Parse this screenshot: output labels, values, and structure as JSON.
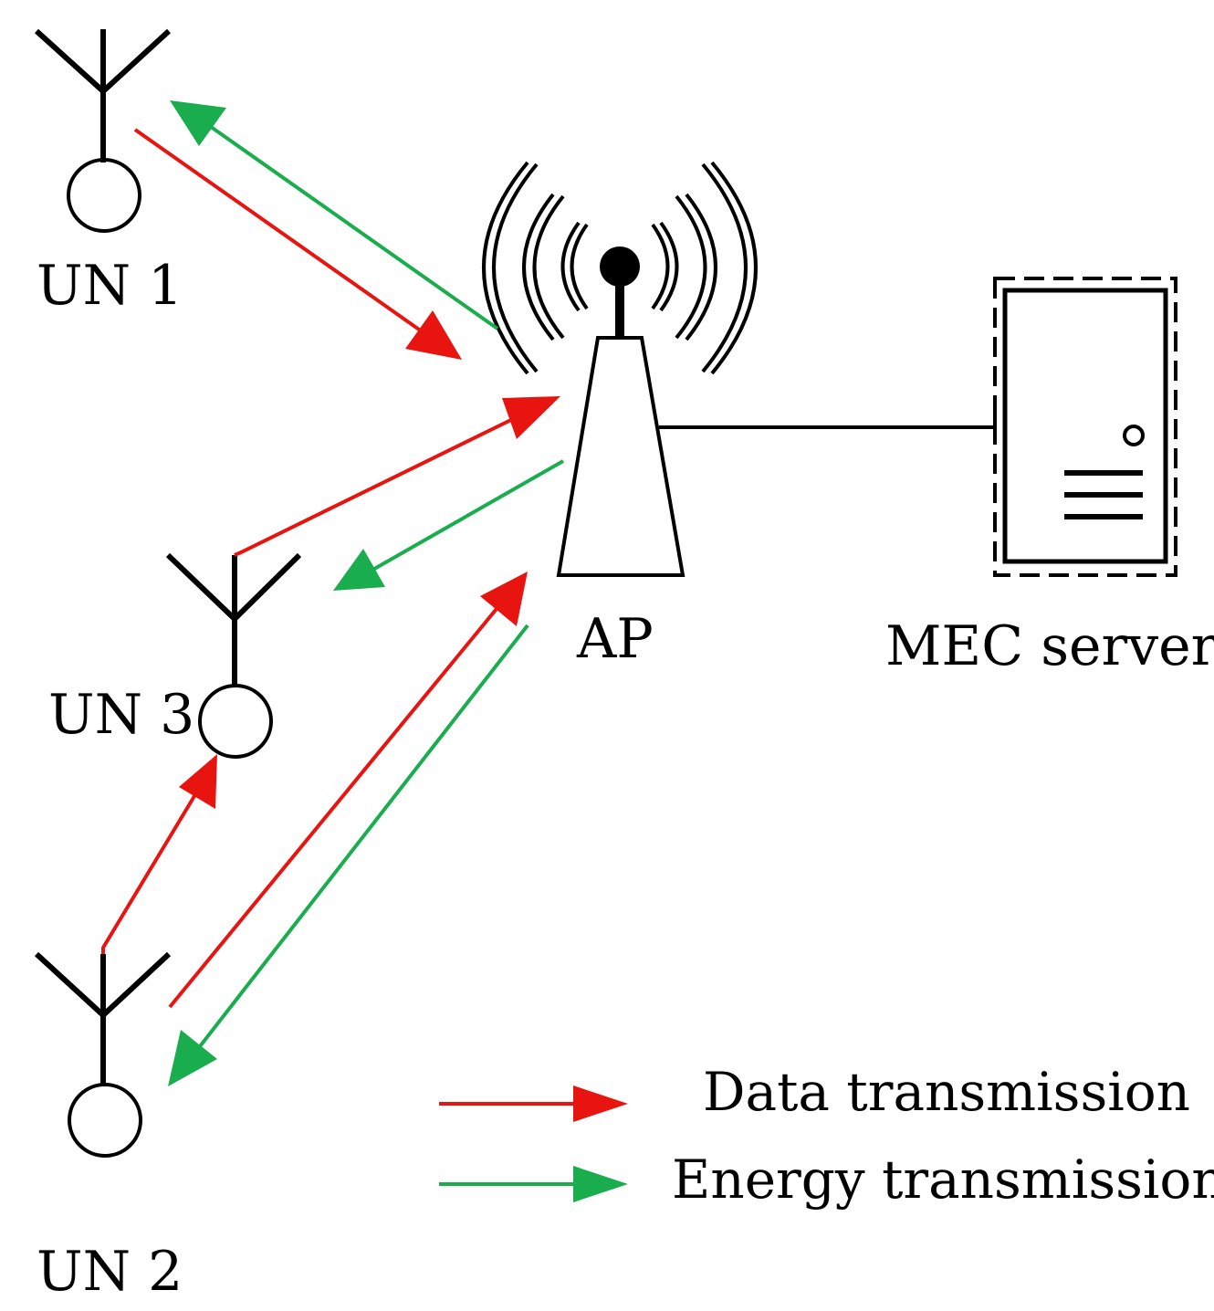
{
  "nodes": {
    "un1": {
      "label": "UN 1"
    },
    "un2": {
      "label": "UN 2"
    },
    "un3": {
      "label": "UN 3"
    },
    "ap": {
      "label": "AP"
    },
    "mec": {
      "label": "MEC server"
    }
  },
  "legend": {
    "data": "Data transmission",
    "energy": "Energy transmission"
  },
  "colors": {
    "data": "#e8140f",
    "energy": "#1aad4d",
    "stroke": "#000000"
  },
  "icons": [
    "antenna-icon",
    "tower-icon",
    "server-icon",
    "signal-waves-icon"
  ]
}
